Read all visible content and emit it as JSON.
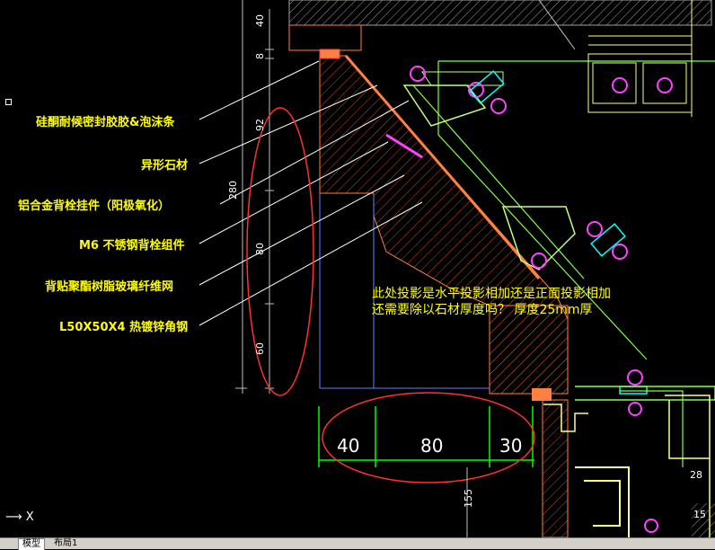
{
  "callouts": [
    "硅酮耐候密封胶胶&泡沫条",
    "异形石材",
    "铝合金背栓挂件（阳极氧化）",
    "M6 不锈钢背栓组件",
    "背贴聚酯树脂玻璃纤维网",
    "L50X50X4 热镀锌角钢"
  ],
  "note": {
    "line1": "此处投影是水平投影相加还是正面投影相加",
    "line2": "还需要除以石材厚度吗？ 厚度25mm厚"
  },
  "dimensions_horizontal": [
    "40",
    "80",
    "30"
  ],
  "dimensions_vertical": [
    "40",
    "8",
    "92",
    "280",
    "80",
    "60",
    "155"
  ],
  "dimensions_small": [
    "28",
    "15"
  ],
  "axis_label": "X",
  "tabs": [
    "模型",
    "布局1"
  ],
  "colors": {
    "background": "#000000",
    "callout_text": "#ffff00",
    "dimension": "#00ff00",
    "stone_hatch": "#ff8040",
    "ellipse": "#ff3030",
    "bracket": "#80ff40",
    "bolt": "#ff40ff"
  }
}
